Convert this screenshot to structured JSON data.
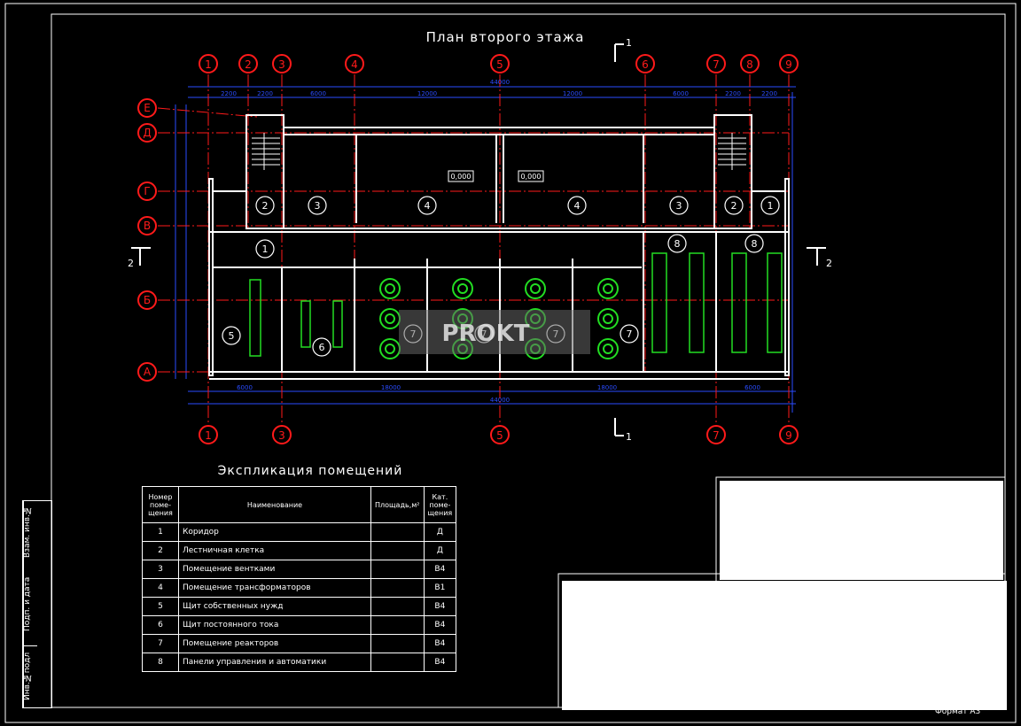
{
  "title": "План второго этажа",
  "section_marks": {
    "section1": "1",
    "section2": "2"
  },
  "axes_top": [
    "1",
    "2",
    "3",
    "4",
    "5",
    "6",
    "7",
    "8",
    "9"
  ],
  "axes_bottom": [
    "1",
    "3",
    "5",
    "7",
    "9"
  ],
  "axes_left": [
    "Е",
    "Д",
    "Г",
    "В",
    "Б",
    "А"
  ],
  "dims_top": [
    "2200",
    "2200",
    "6000",
    "12000",
    "12000",
    "6000",
    "2200",
    "2200"
  ],
  "dim_overall_top": "44000",
  "dims_bottom": [
    "6000",
    "18000",
    "18000",
    "6000"
  ],
  "dim_overall_bottom": "44000",
  "level_marks": [
    "0,000",
    "0,000"
  ],
  "room_marks_top": [
    "2",
    "3",
    "4",
    "4",
    "3",
    "2",
    "1"
  ],
  "room_marks_mid": [
    "1",
    "8",
    "8"
  ],
  "room_marks_bottom": [
    "5",
    "6",
    "7",
    "7",
    "7",
    "7"
  ],
  "watermark": "PROKT",
  "explication": {
    "title": "Экспликация помещений",
    "headers": {
      "num": "Номер поме- щения",
      "name": "Наименование",
      "area": "Площадь,м²",
      "cat": "Кат. поме- щения"
    },
    "rows": [
      {
        "num": "1",
        "name": "Коридор",
        "area": "",
        "cat": "Д"
      },
      {
        "num": "2",
        "name": "Лестничная клетка",
        "area": "",
        "cat": "Д"
      },
      {
        "num": "3",
        "name": "Помещение вентками",
        "area": "",
        "cat": "В4"
      },
      {
        "num": "4",
        "name": "Помещение трансформаторов",
        "area": "",
        "cat": "В1"
      },
      {
        "num": "5",
        "name": "Щит собственных нужд",
        "area": "",
        "cat": "В4"
      },
      {
        "num": "6",
        "name": "Щит постоянного тока",
        "area": "",
        "cat": "В4"
      },
      {
        "num": "7",
        "name": "Помещение реакторов",
        "area": "",
        "cat": "В4"
      },
      {
        "num": "8",
        "name": "Панели управления и автоматики",
        "area": "",
        "cat": "В4"
      }
    ]
  },
  "stamp_side": [
    "Инв.№подл",
    "Подп. и дата",
    "Взам. инв.№"
  ],
  "format_label": "Формат А3",
  "colors": {
    "background": "#000000",
    "axis": "#ff1a1a",
    "dim": "#1a3cff",
    "equipment": "#22dd22",
    "wall": "#ffffff"
  }
}
